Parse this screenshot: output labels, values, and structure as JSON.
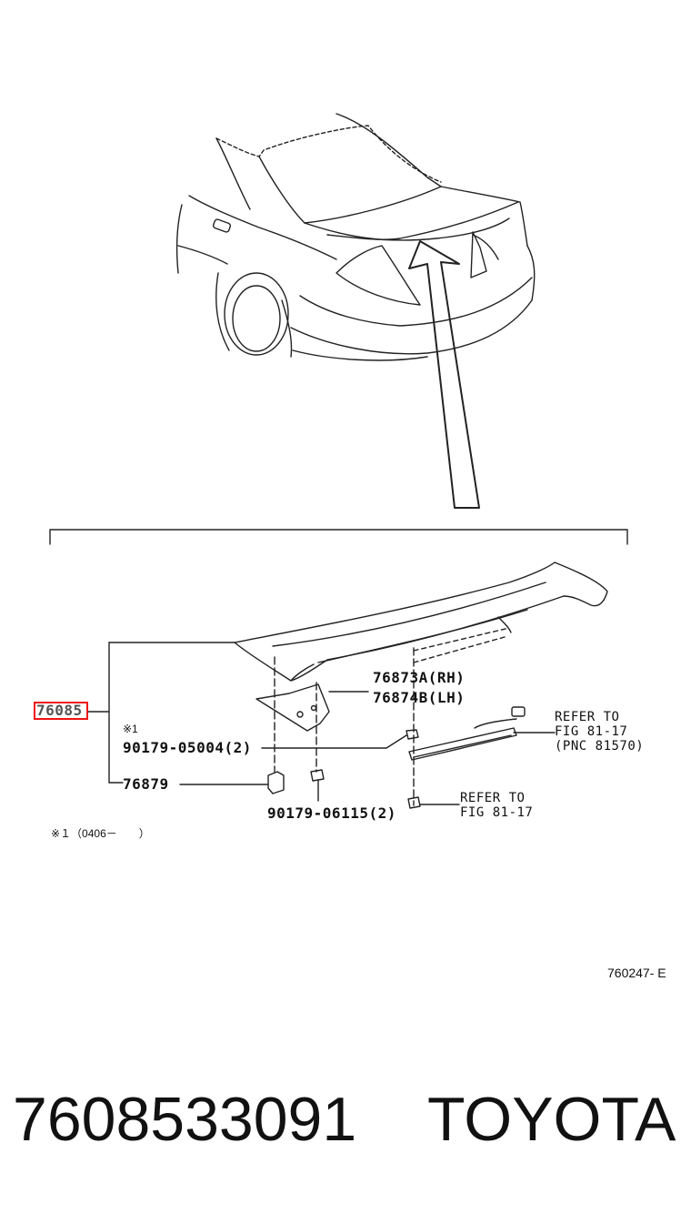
{
  "highlighted_part": "76085",
  "labels": {
    "rh_bracket": "76873A(RH)",
    "lh_bracket": "76874B(LH)",
    "refer_top_1": "REFER  TO",
    "refer_top_2": "FIG 81-17",
    "refer_top_3": "(PNC 81570)",
    "note_mark": "※1",
    "bolt_1": "90179-05004(2)",
    "clip": "76879",
    "bolt_2": "90179-06115(2)",
    "refer_bottom_1": "REFER  TO",
    "refer_bottom_2": "FIG 81-17",
    "footnote": "※１（0406－　　）",
    "drawing_id": "760247- E"
  },
  "footer": {
    "part_number": "7608533091",
    "brand": "TOYOTA"
  }
}
